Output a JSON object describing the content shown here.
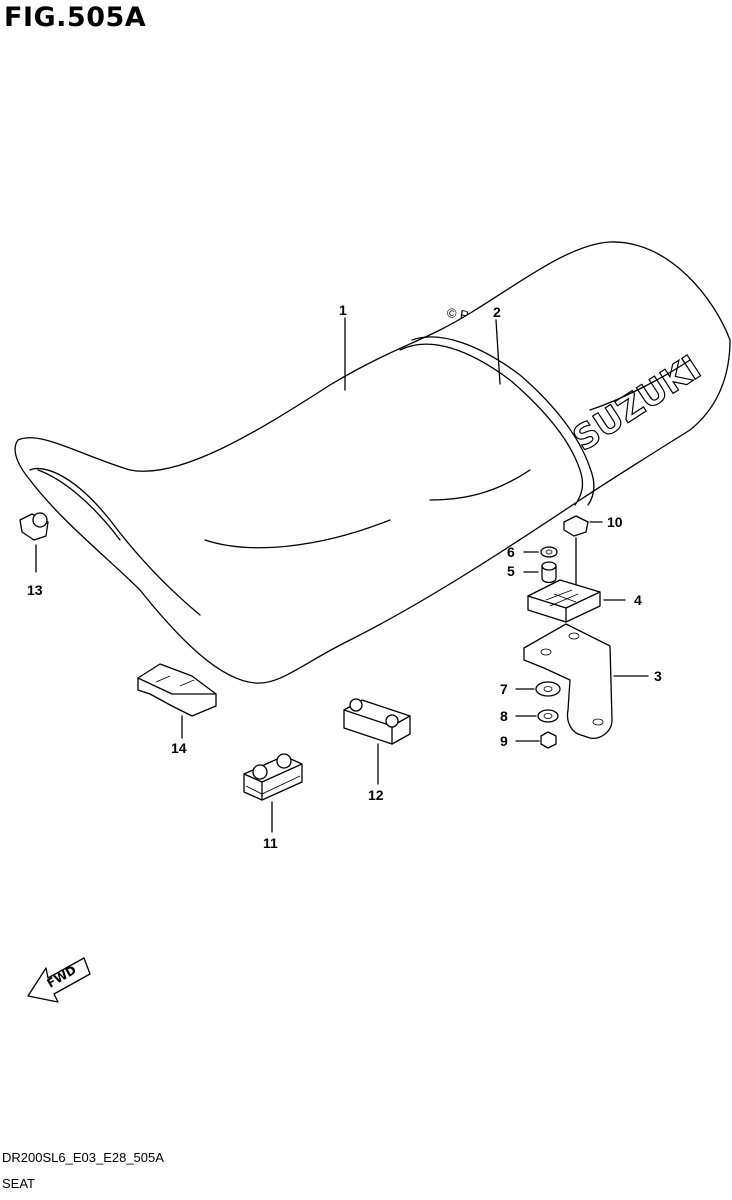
{
  "figure": {
    "title": "FIG.505A"
  },
  "watermark": {
    "text": "© Partzilla.com"
  },
  "brand": {
    "logo_text": "SUZUKI"
  },
  "arrow": {
    "label": "FWD"
  },
  "callouts": [
    "1",
    "2",
    "3",
    "4",
    "5",
    "6",
    "7",
    "8",
    "9",
    "10",
    "11",
    "12",
    "13",
    "14"
  ],
  "footer": {
    "code": "DR200SL6_E03_E28_505A",
    "name": "SEAT"
  }
}
